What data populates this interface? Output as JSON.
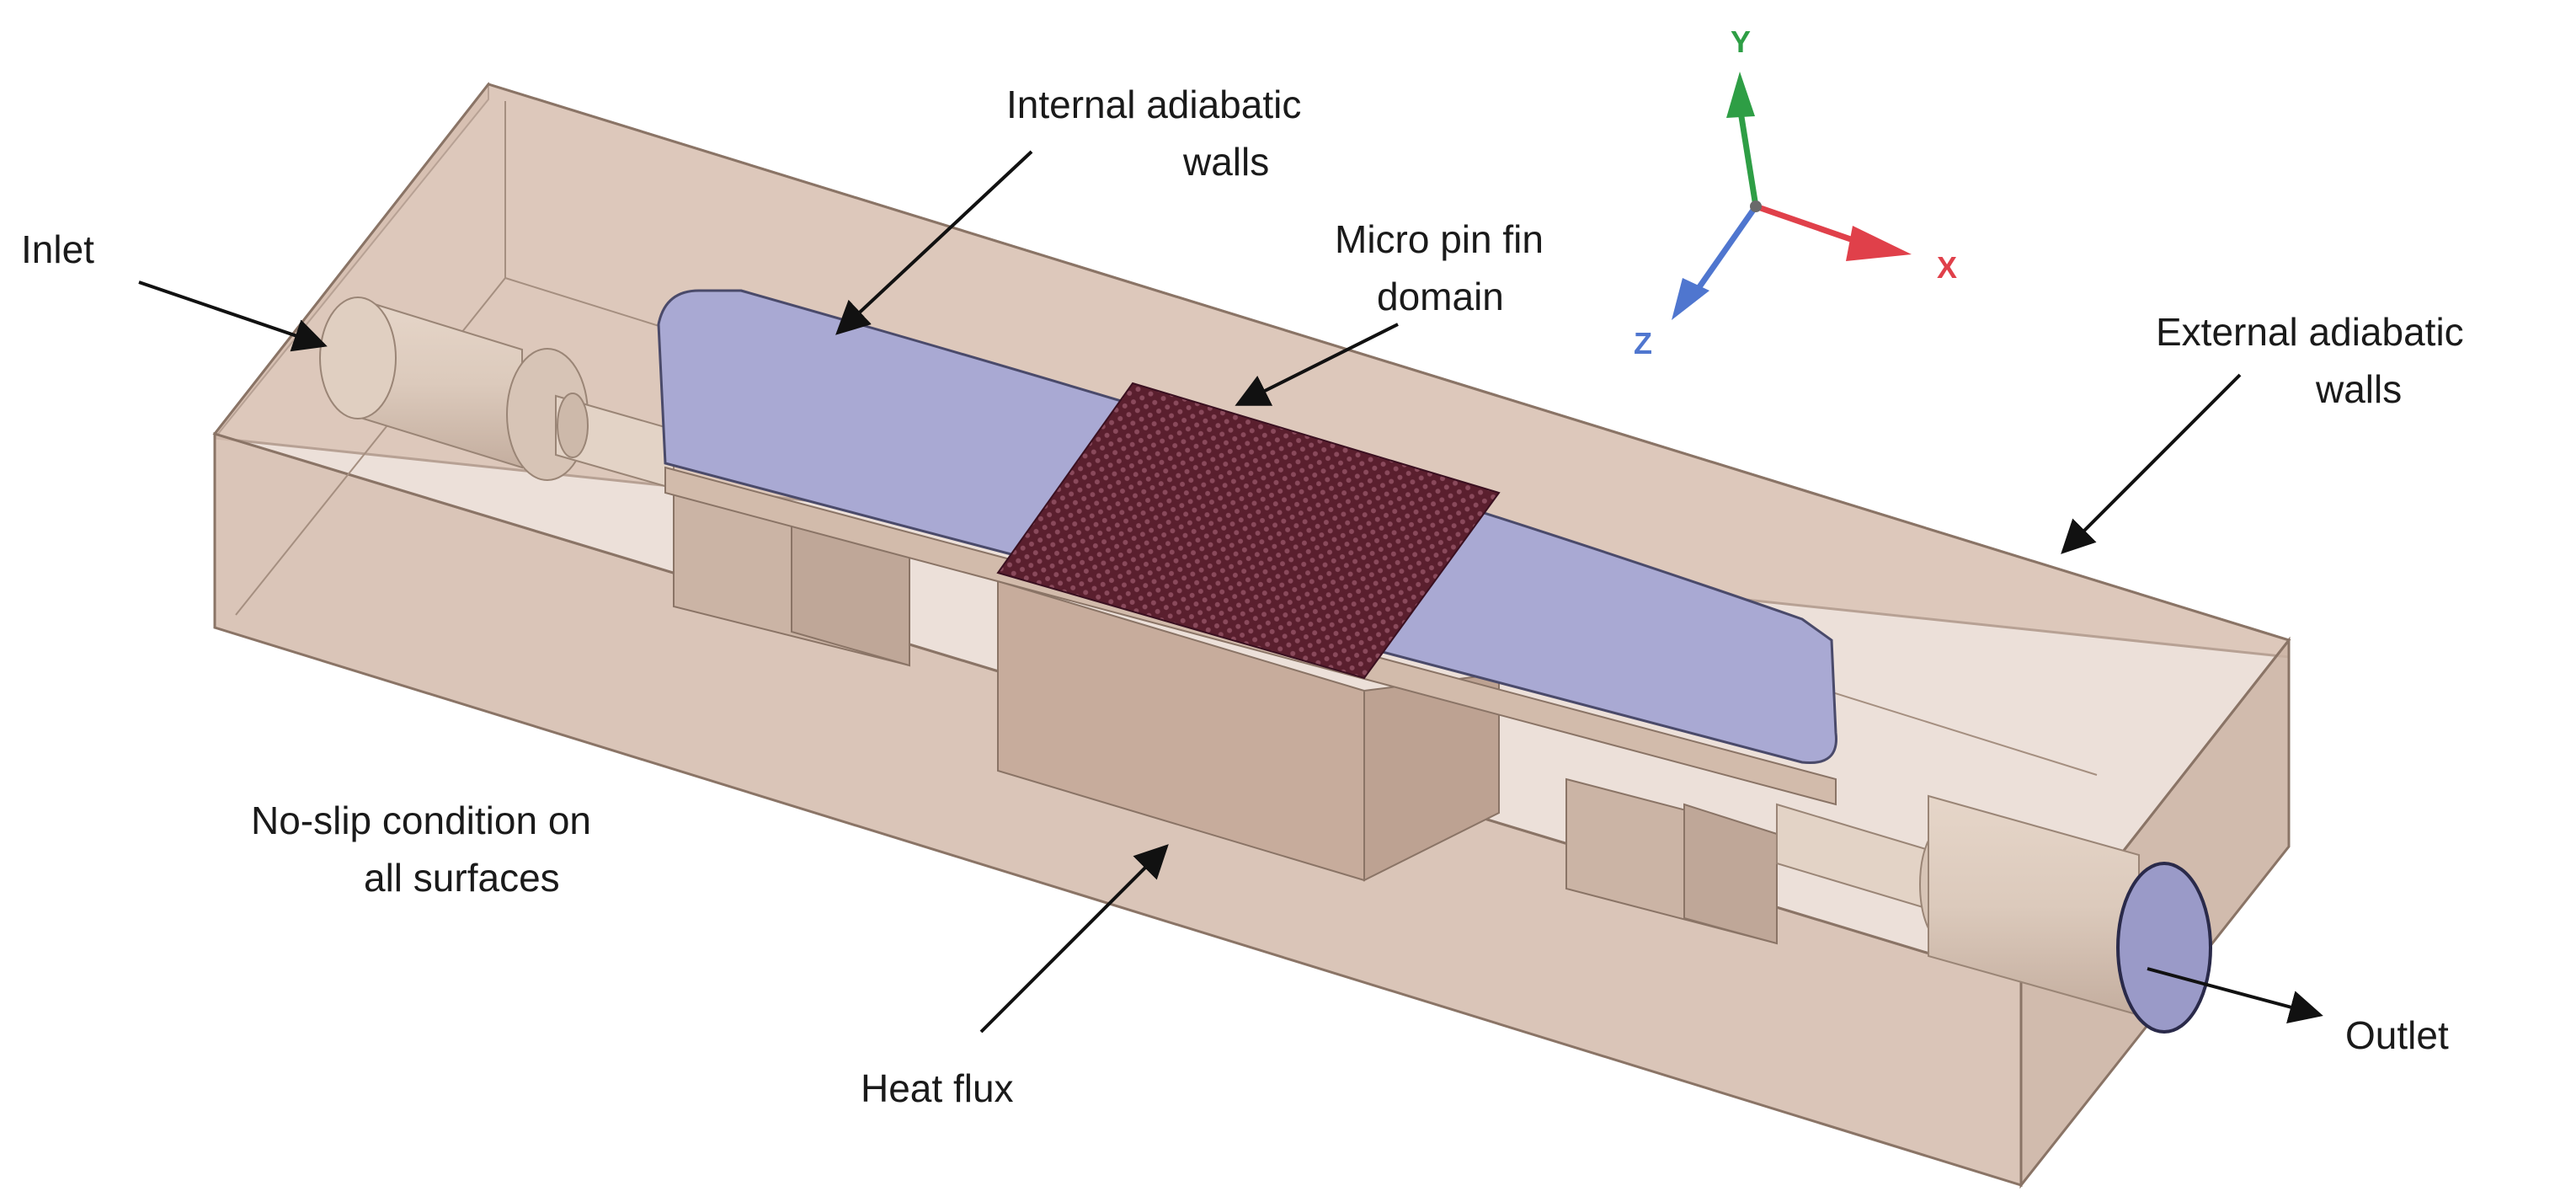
{
  "labels": {
    "inlet": "Inlet",
    "internal_walls_line1": "Internal adiabatic",
    "internal_walls_line2": "walls",
    "pin_fin_line1": "Micro pin fin",
    "pin_fin_line2": "domain",
    "external_walls_line1": "External adiabatic",
    "external_walls_line2": "walls",
    "no_slip_line1": "No-slip condition on",
    "no_slip_line2": "all surfaces",
    "heat_flux": "Heat flux",
    "outlet": "Outlet"
  },
  "axes": {
    "x": "X",
    "y": "Y",
    "z": "Z"
  },
  "colors": {
    "casing": "#d9c3b4",
    "casing_edge": "#8a7466",
    "plate": "#a9a9d3",
    "pin_fin": "#6b2a3a",
    "axis_x": "#e0404a",
    "axis_y": "#2e9e45",
    "axis_z": "#4f76cf"
  }
}
